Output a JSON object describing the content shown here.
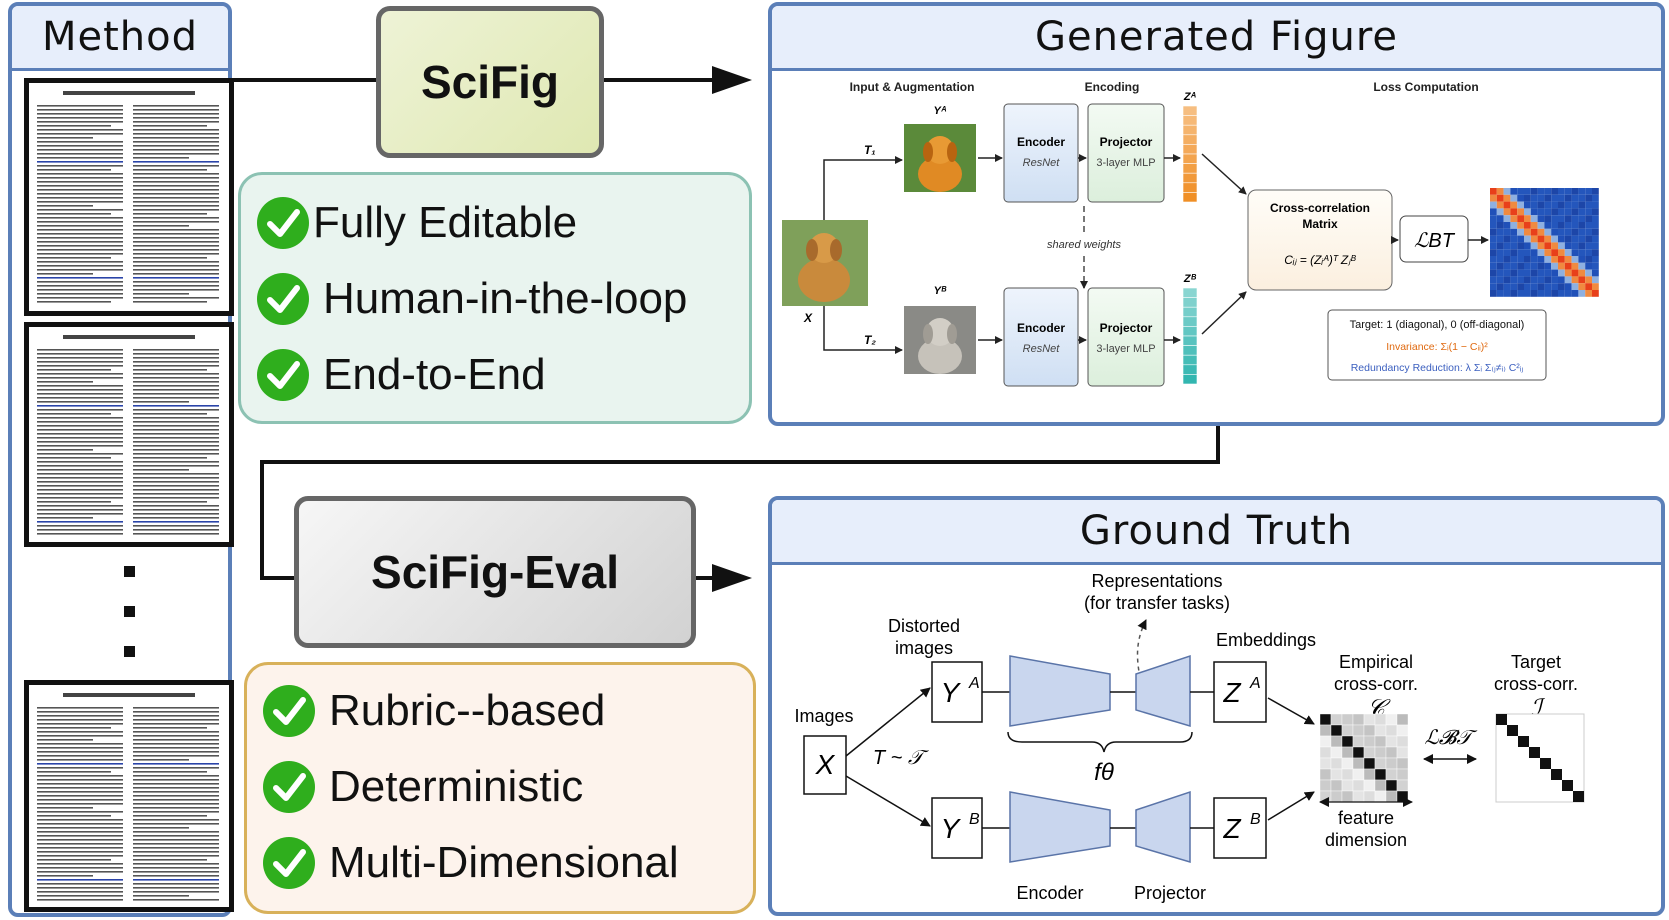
{
  "method_panel": {
    "title": "Method",
    "pages": [
      {
        "title": "Barlow Twins: Self-Supervised Learning via Redundancy Reduction"
      },
      {
        "title": "Barlow Twins: Self-Supervised Learning via Redundancy Reduction"
      },
      {
        "title": "Barlow Twins: Self-Supervised Learning via Redundancy Reduction"
      }
    ],
    "ellipsis": "⋮"
  },
  "scifig_button": {
    "label": "SciFig"
  },
  "scifig_eval_button": {
    "label": "SciFig-Eval"
  },
  "scifig_features": {
    "items": [
      "Fully Editable",
      "Human-in-the-loop",
      "End-to-End"
    ],
    "bg": "#e9f4ef",
    "border": "#8cc2b3"
  },
  "eval_features": {
    "items": [
      "Rubric--based",
      "Deterministic",
      "Multi-Dimensional"
    ],
    "bg": "#fdf3ec",
    "border": "#d8b15a"
  },
  "generated_figure": {
    "title": "Generated Figure",
    "sections": [
      "Input & Augmentation",
      "Encoding",
      "Loss Computation"
    ],
    "x_label": "X",
    "t1": "T₁",
    "t2": "T₂",
    "ya": "Yᴬ",
    "yb": "Yᴮ",
    "za": "Zᴬ",
    "zb": "Zᴮ",
    "encoder": "Encoder",
    "resnet": "ResNet",
    "projector": "Projector",
    "mlp": "3-layer MLP",
    "shared": "shared weights",
    "cc_title_1": "Cross-correlation",
    "cc_title_2": "Matrix",
    "cc_formula": "Cᵢⱼ = (Zᵢᴬ)ᵀ Zⱼᴮ",
    "loss": "ℒBT",
    "target_line": "Target: 1 (diagonal), 0 (off-diagonal)",
    "invariance_line": "Invariance: Σᵢ(1 − Cᵢᵢ)²",
    "redundancy_line": "Redundancy Reduction: λ Σᵢ Σ₍ⱼ≠ᵢ₎ C²ᵢⱼ",
    "colors": {
      "encoder_fill": "#dce8f7",
      "projector_fill": "#e6f3e6",
      "za": "#f08a1c",
      "zb": "#29b3ad",
      "invariance": "#e06a10",
      "redundancy": "#3b5fbf"
    }
  },
  "ground_truth": {
    "title": "Ground Truth",
    "representations_1": "Representations",
    "representations_2": "(for transfer tasks)",
    "distorted_1": "Distorted",
    "distorted_2": "images",
    "embeddings": "Embeddings",
    "empirical_1": "Empirical",
    "empirical_2": "cross-corr.",
    "empirical_sym": "𝒞",
    "target_1": "Target",
    "target_2": "cross-corr.",
    "target_sym": "ℐ",
    "images": "Images",
    "x": "X",
    "ya": "Y",
    "yb": "Y",
    "za": "Z",
    "zb": "Z",
    "sup_a": "A",
    "sup_b": "B",
    "t_dist": "T ~ 𝒯",
    "f_theta": "fθ",
    "loss": "ℒ𝓑𝒯",
    "feature_1": "feature",
    "feature_2": "dimension",
    "encoder": "Encoder",
    "projector": "Projector"
  }
}
